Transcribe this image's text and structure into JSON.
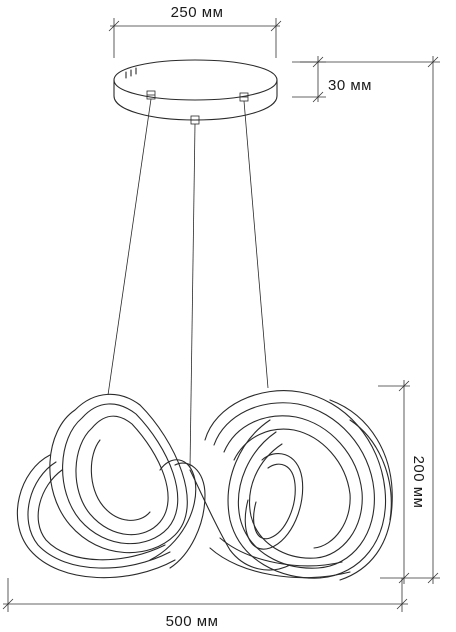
{
  "dimensions": {
    "top_width": "250 мм",
    "canopy_height": "30 мм",
    "shade_height": "200 мм",
    "total_width": "500 мм"
  },
  "colors": {
    "line": "#2a2a2a",
    "background": "#ffffff"
  }
}
